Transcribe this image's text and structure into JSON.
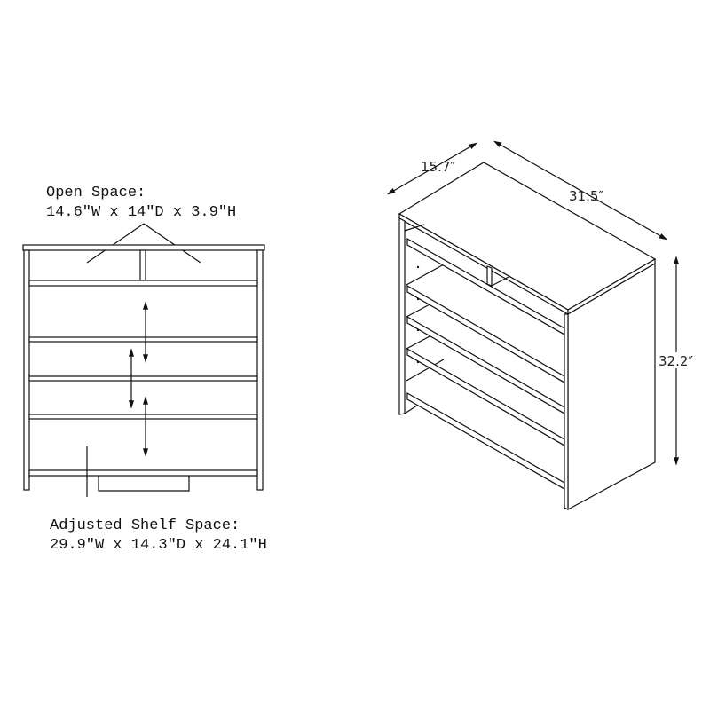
{
  "front_view": {
    "open_space": {
      "label": "Open Space:",
      "dimensions": "14.6\"W x 14\"D x 3.9\"H"
    },
    "adjusted_shelf_space": {
      "label": "Adjusted Shelf Space:",
      "dimensions": "29.9\"W x 14.3\"D x 24.1\"H"
    }
  },
  "iso_view": {
    "depth": "15.7″",
    "width": "31.5″",
    "height": "32.2″"
  },
  "colors": {
    "line": "#111111",
    "background": "#ffffff"
  }
}
